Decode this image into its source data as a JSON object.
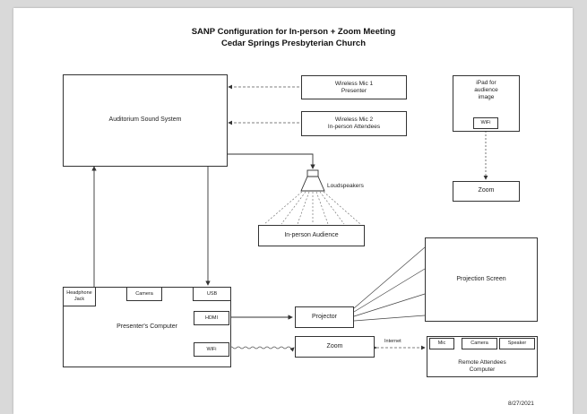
{
  "title": "SANP Configuration for In-person + Zoom Meeting",
  "subtitle": "Cedar Springs Presbyterian Church",
  "date": "8/27/2021",
  "nodes": {
    "auditorium": "Auditorium Sound System",
    "mic1_line1": "Wireless Mic 1",
    "mic1_line2": "Presenter",
    "mic2_line1": "Wireless Mic 2",
    "mic2_line2": "In-person Attendees",
    "loudspeakers": "Loudspeakers",
    "inperson": "In-person Audience",
    "ipad_line1": "iPad for",
    "ipad_line2": "audience",
    "ipad_line3": "image",
    "ipad_wifi": "WiFi",
    "zoom_ipad": "Zoom",
    "presenter_computer": "Presenter's Computer",
    "headphone_line1": "Headphone",
    "headphone_line2": "Jack",
    "camera": "Camera",
    "usb": "USB",
    "hdmi": "HDMI",
    "wifi": "WiFi",
    "projector": "Projector",
    "projection_screen": "Projection Screen",
    "zoom_main": "Zoom",
    "internet": "Internet",
    "remote_mic": "Mic",
    "remote_camera": "Camera",
    "remote_speaker": "Speaker",
    "remote_line1": "Remote Attendees",
    "remote_line2": "Computer"
  }
}
